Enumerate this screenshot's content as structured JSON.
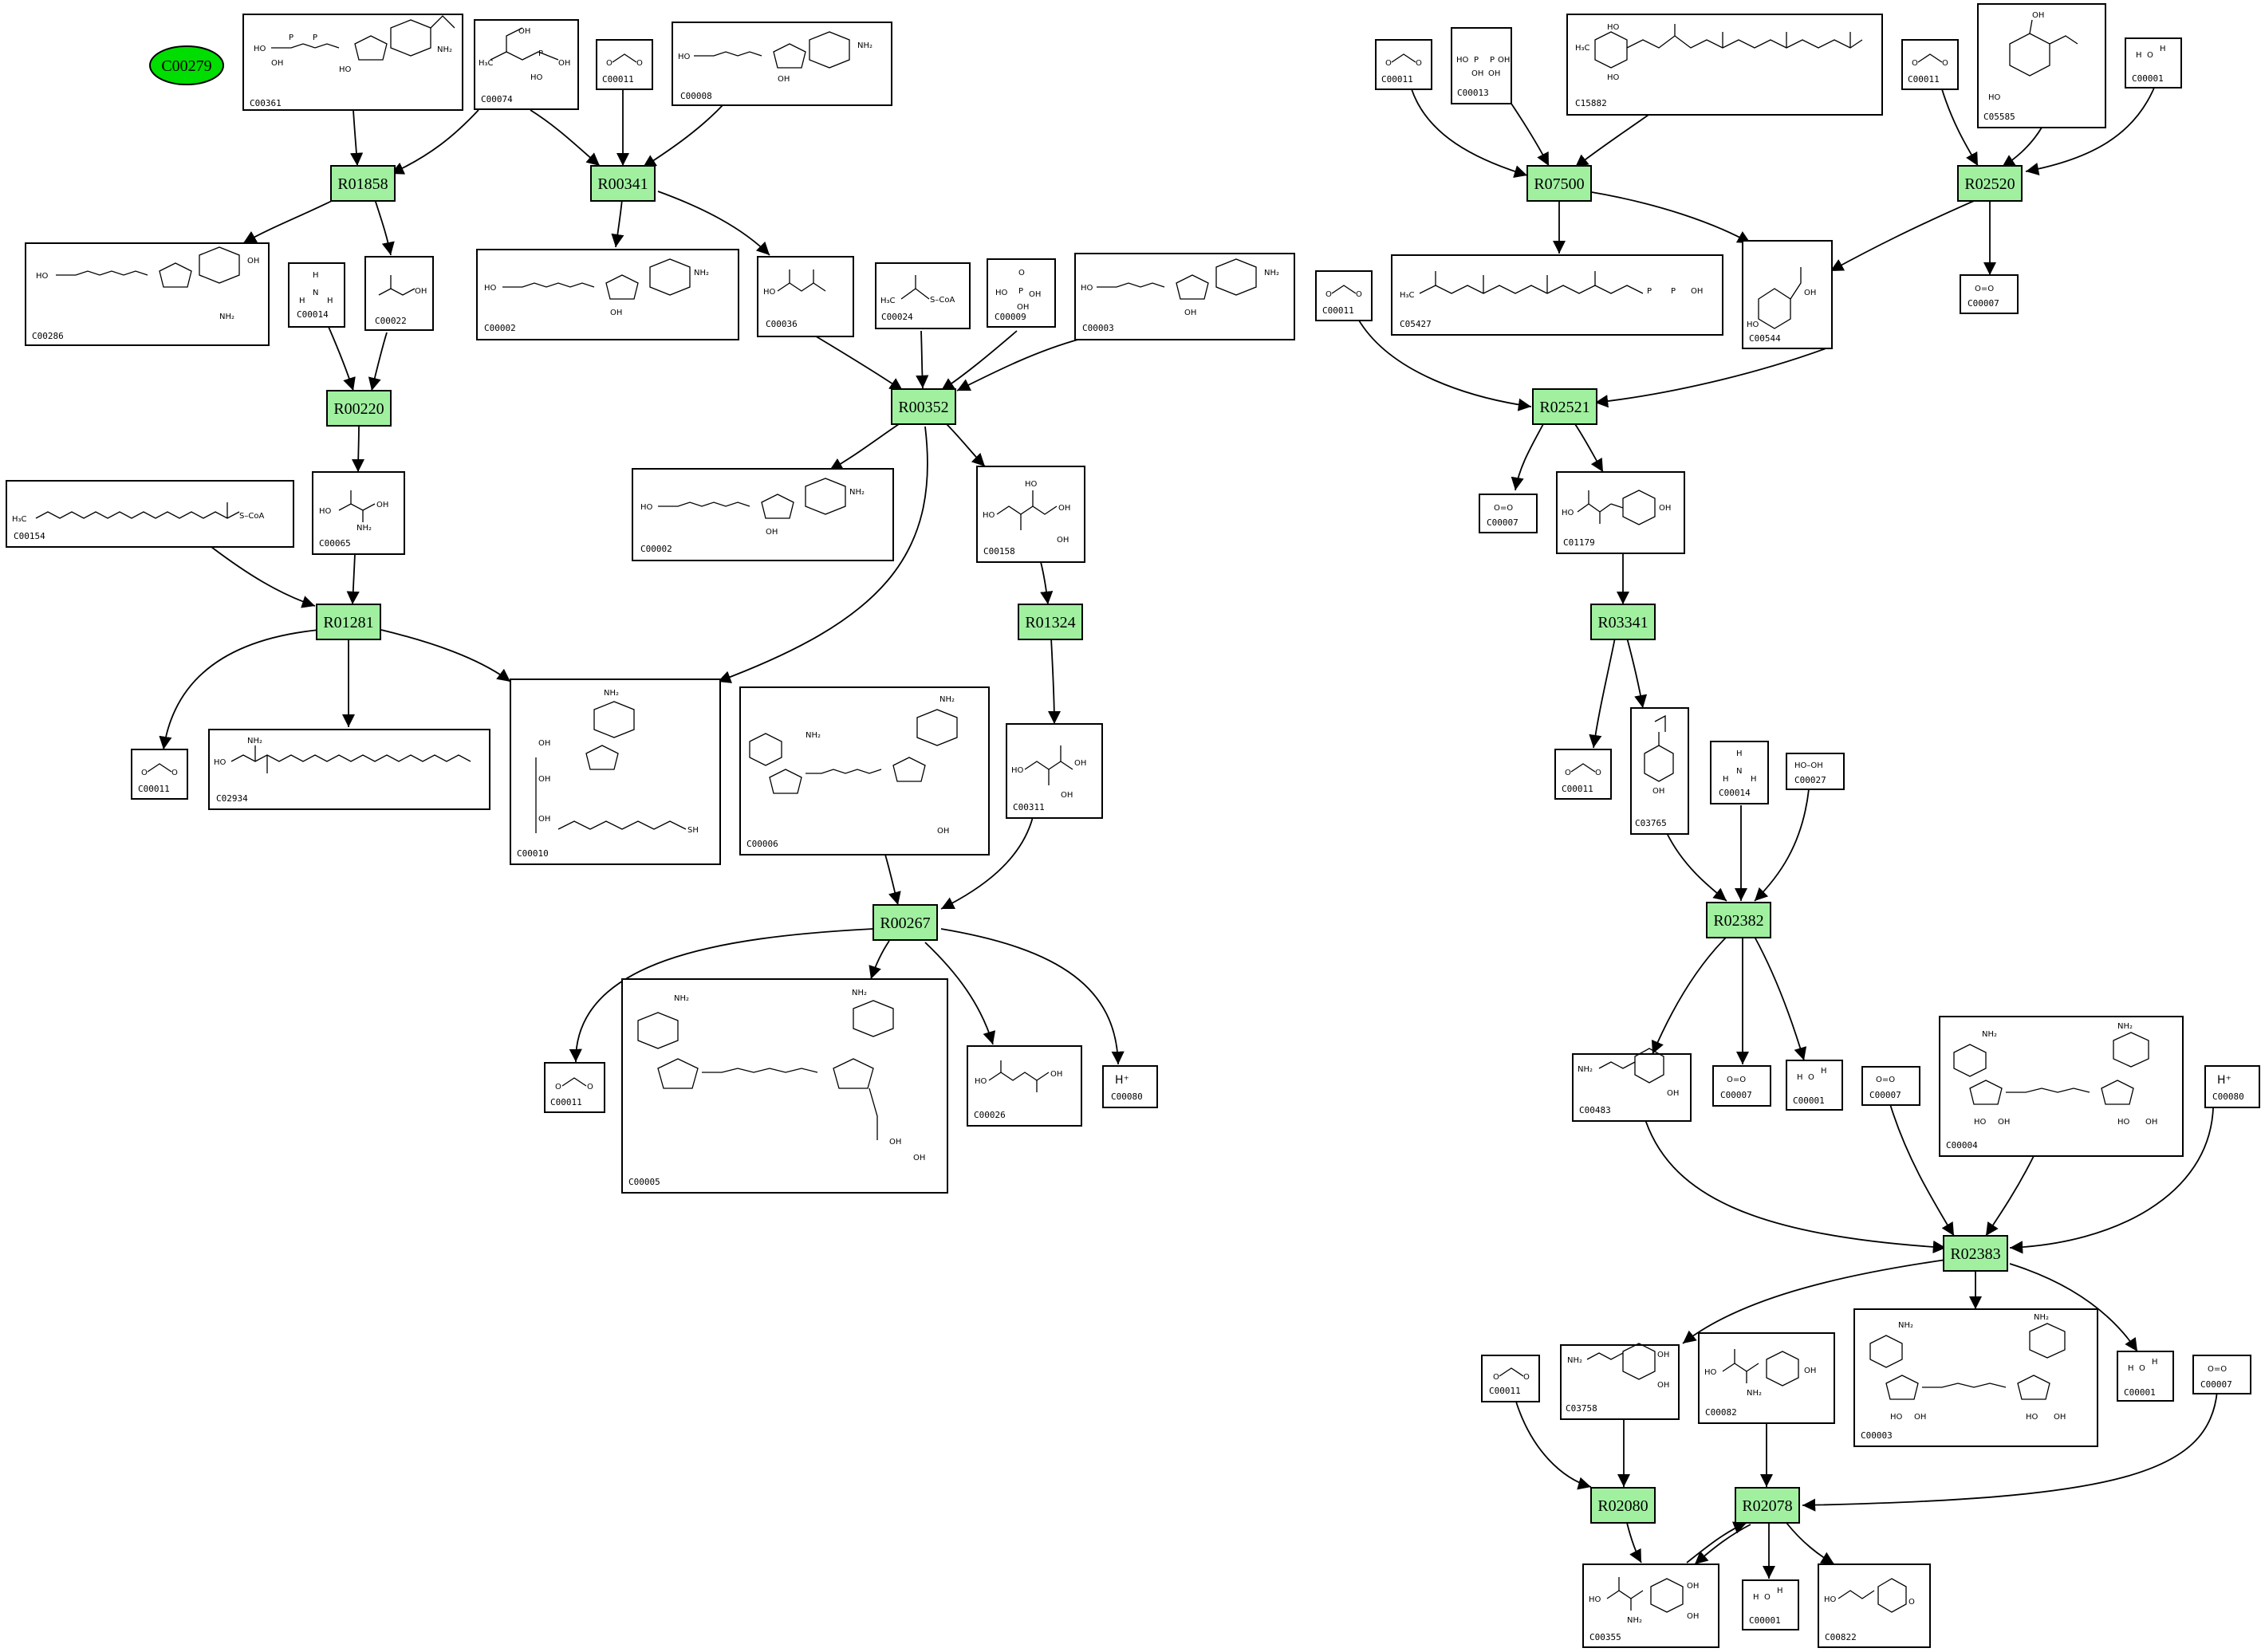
{
  "seed": {
    "label": "C00279"
  },
  "reactions": {
    "r01858": "R01858",
    "r00341": "R00341",
    "r00220": "R00220",
    "r00352": "R00352",
    "r01281": "R01281",
    "r01324": "R01324",
    "r00267": "R00267",
    "r07500": "R07500",
    "r02520": "R02520",
    "r02521": "R02521",
    "r03341": "R03341",
    "r02382": "R02382",
    "r02383": "R02383",
    "r02080": "R02080",
    "r02078": "R02078"
  },
  "compounds": {
    "c00361": "C00361",
    "c00074": "C00074",
    "c00011_a": "C00011",
    "c00008": "C00008",
    "c00286": "C00286",
    "c00014_a": "C00014",
    "c00022": "C00022",
    "c00002_a": "C00002",
    "c00036": "C00036",
    "c00024": "C00024",
    "c00009": "C00009",
    "c00003_a": "C00003",
    "c00154": "C00154",
    "c00065": "C00065",
    "c00002_b": "C00002",
    "c00158": "C00158",
    "c00011_b": "C00011",
    "c02934": "C02934",
    "c00010": "C00010",
    "c00006": "C00006",
    "c00311": "C00311",
    "c00011_c": "C00011",
    "c00005": "C00005",
    "c00026": "C00026",
    "c00080_a": "C00080",
    "c00011_d": "C00011",
    "c00013": "C00013",
    "c15882": "C15882",
    "c00011_e": "C00011",
    "c05585": "C05585",
    "c00001_a": "C00001",
    "c05427": "C05427",
    "c00544": "C00544",
    "c00007_a": "C00007",
    "c00011_f": "C00011",
    "c00007_b": "C00007",
    "c01179": "C01179",
    "c00011_g": "C00011",
    "c03765": "C03765",
    "c00014_b": "C00014",
    "c00027": "C00027",
    "c00483": "C00483",
    "c00007_c": "C00007",
    "c00001_b": "C00001",
    "c00007_d": "C00007",
    "c00004": "C00004",
    "c00080_b": "C00080",
    "c00011_h": "C00011",
    "c03758": "C03758",
    "c00082": "C00082",
    "c00003_b": "C00003",
    "c00001_c": "C00001",
    "c00007_e": "C00007",
    "c00355": "C00355",
    "c00001_d": "C00001",
    "c00822": "C00822"
  },
  "atoms": {
    "o_eq_o": "O=O",
    "h_plus": "H⁺",
    "water_o": "O",
    "h": "H",
    "nh": "N",
    "hooh": "HO–OH",
    "scoa": "S–CoA",
    "nh2": "NH₂",
    "oh": "OH",
    "ho": "HO",
    "h3c": "H₃C",
    "p": "P",
    "sh": "SH"
  }
}
